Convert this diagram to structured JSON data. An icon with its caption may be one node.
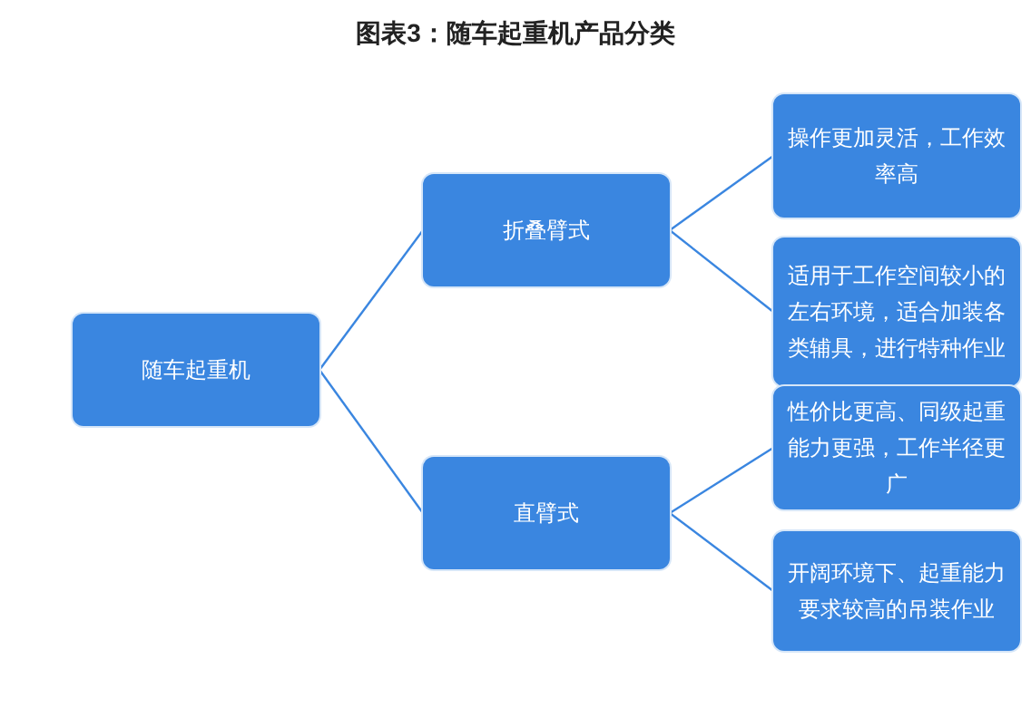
{
  "diagram": {
    "title": "图表3：随车起重机产品分类",
    "nodes": [
      {
        "text": [
          "随车起重机"
        ]
      },
      {
        "text": [
          "折叠臂式"
        ]
      },
      {
        "text": [
          "直臂式"
        ]
      },
      {
        "text": [
          "操作更加灵活，工作效率高"
        ]
      },
      {
        "text": [
          "适用于工作空间较小的左右环境，适合加装各类辅具，进行特种作业"
        ]
      },
      {
        "text": [
          "性价比更高、同级起重能力更强，工作半径更广"
        ]
      },
      {
        "text": [
          "开阔环境下、起重能力要求较高的吊装作业"
        ]
      }
    ],
    "edges": [
      {
        "from": 0,
        "to": 1,
        "arrow": "none"
      },
      {
        "from": 0,
        "to": 2,
        "arrow": "none"
      },
      {
        "from": 1,
        "to": 3,
        "arrow": "none"
      },
      {
        "from": 1,
        "to": 4,
        "arrow": "none"
      },
      {
        "from": 2,
        "to": 5,
        "arrow": "none"
      },
      {
        "from": 2,
        "to": 6,
        "arrow": "none"
      }
    ]
  }
}
